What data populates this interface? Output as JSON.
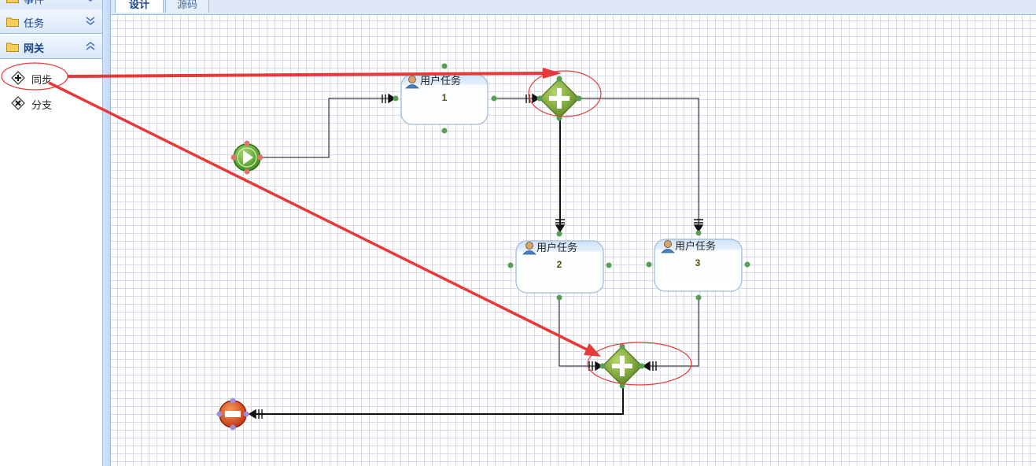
{
  "palette": {
    "sections": [
      {
        "label": "事件"
      },
      {
        "label": "任务"
      },
      {
        "label": "网关"
      }
    ],
    "gateway_items": [
      {
        "label": "同步",
        "icon": "parallel-gateway-icon"
      },
      {
        "label": "分支",
        "icon": "exclusive-gateway-icon"
      }
    ]
  },
  "tabs": [
    {
      "label": "设计",
      "active": true
    },
    {
      "label": "源码",
      "active": false
    }
  ],
  "diagram": {
    "tasks": [
      {
        "title": "用户任务",
        "number": "1"
      },
      {
        "title": "用户任务",
        "number": "2"
      },
      {
        "title": "用户任务",
        "number": "3"
      }
    ]
  },
  "colors": {
    "accent_blue": "#15428b",
    "grid": "#d8d8ef",
    "annotation_red": "#e8393a",
    "gateway_green": "#6f9a2a",
    "start_green": "#5ea832",
    "end_red": "#d9442a"
  }
}
